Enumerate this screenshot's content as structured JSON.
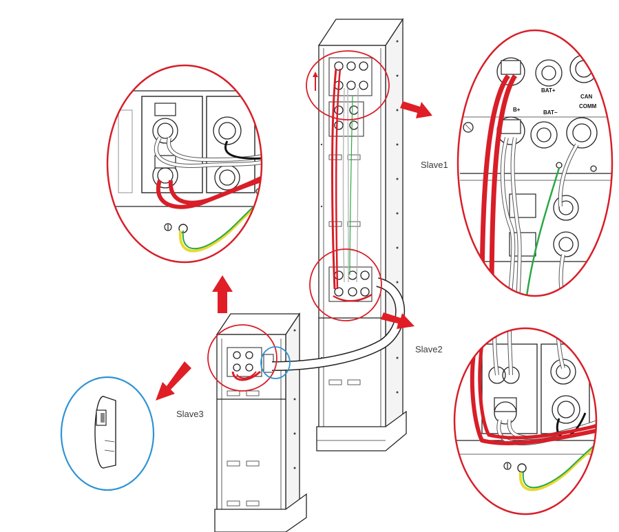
{
  "labels": {
    "slave1": "Slave1",
    "slave2": "Slave2",
    "slave3": "Slave3"
  },
  "terminals": {
    "bat_plus": "BAT+",
    "bat_minus": "BAT−",
    "b_plus": "B+",
    "can": "CAN",
    "comm": "COMM"
  },
  "colors": {
    "callout_red": "#d81e28",
    "callout_blue": "#2c93d3",
    "power_cable_red": "#d81e28",
    "ground_green": "#2aa845",
    "ground_yellow": "#e8d833",
    "comm_cable_grey": "#cfcfcf",
    "arrow_red": "#e01e26"
  }
}
